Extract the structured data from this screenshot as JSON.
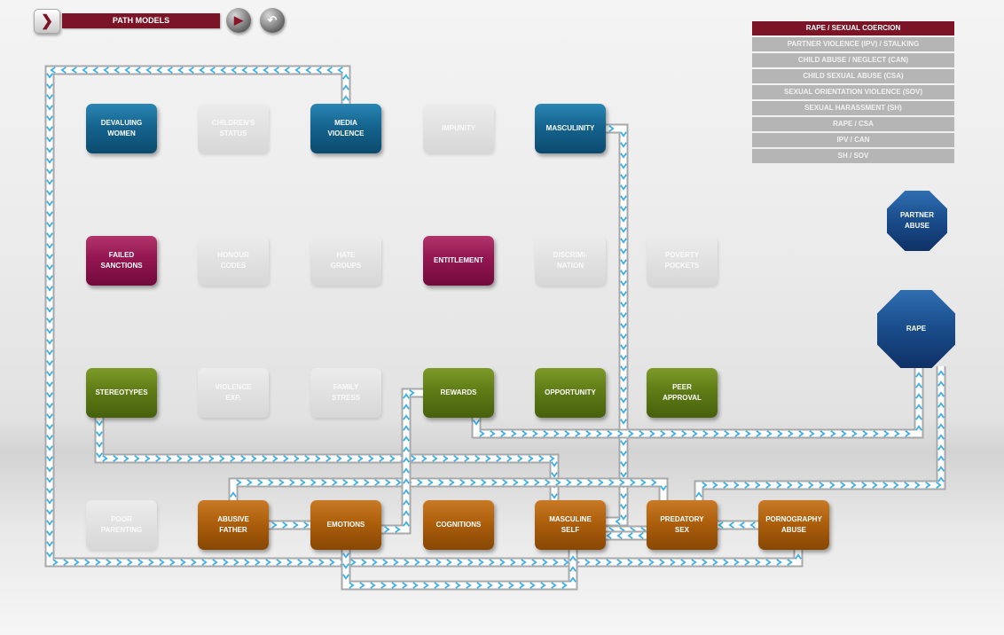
{
  "toolbar": {
    "menu_icon": "chevron-right-icon",
    "title": "PATH MODELS",
    "play_icon": "play-icon",
    "undo_icon": "undo-icon"
  },
  "legend": {
    "items": [
      {
        "label": "RAPE / SEXUAL COERCION",
        "active": true
      },
      {
        "label": "PARTNER VIOLENCE (IPV) / STALKING",
        "active": false
      },
      {
        "label": "CHILD ABUSE / NEGLECT (CAN)",
        "active": false
      },
      {
        "label": "CHILD SEXUAL ABUSE (CSA)",
        "active": false
      },
      {
        "label": "SEXUAL ORIENTATION VIOLENCE (SOV)",
        "active": false
      },
      {
        "label": "SEXUAL HARASSMENT (SH)",
        "active": false
      },
      {
        "label": "RAPE / CSA",
        "active": false
      },
      {
        "label": "IPV / CAN",
        "active": false
      },
      {
        "label": "SH / SOV",
        "active": false
      }
    ]
  },
  "nodes": {
    "devaluing_women": "DEVALUING\nWOMEN",
    "childrens_status": "CHILDREN'S\nSTATUS",
    "media_violence": "MEDIA\nVIOLENCE",
    "impunity": "IMPUNITY",
    "masculinity": "MASCULINITY",
    "failed_sanctions": "FAILED\nSANCTIONS",
    "honour_codes": "HONOUR\nCODES",
    "hate_groups": "HATE\nGROUPS",
    "entitlement": "ENTITLEMENT",
    "discrimination": "DISCRIMI-\nNATION",
    "poverty_pockets": "POVERTY\nPOCKETS",
    "stereotypes": "STEREOTYPES",
    "violence_exposure": "VIOLENCE\nEXP.",
    "family_stress": "FAMILY\nSTRESS",
    "rewards": "REWARDS",
    "opportunity": "OPPORTUNITY",
    "peer_approval": "PEER\nAPPROVAL",
    "poor_parenting": "POOR\nPARENTING",
    "abusive_father": "ABUSIVE\nFATHER",
    "emotions": "EMOTIONS",
    "cognitions": "COGNITIONS",
    "masculine_self": "MASCULINE\nSELF",
    "predatory_sex": "PREDATORY\nSEX",
    "pornography_abuse": "PORNOGRAPHY\nABUSE"
  },
  "outcomes": {
    "partner_abuse": "PARTNER\nABUSE",
    "rape": "RAPE"
  },
  "colors": {
    "societal": "#15648f",
    "cultural": "#941651",
    "situational": "#5f7c16",
    "individual": "#ad5f0c",
    "inactive": "#dedede",
    "active_legend": "#7a1426",
    "path_line": "#a8a8a8",
    "path_arrow": "#3fb0e6"
  }
}
